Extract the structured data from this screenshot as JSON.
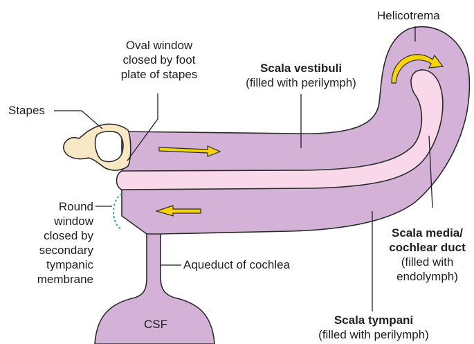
{
  "labels": {
    "helicotrema": "Helicotrema",
    "oval_window": [
      "Oval window",
      "closed by foot",
      "plate of stapes"
    ],
    "stapes": "Stapes",
    "scala_vestibuli": {
      "name": "Scala vestibuli",
      "note": "(filled with perilymph)"
    },
    "round_window": [
      "Round",
      "window",
      "closed by",
      "secondary",
      "tympanic",
      "membrane"
    ],
    "scala_media": {
      "name": [
        "Scala media/",
        "cochlear duct"
      ],
      "note": [
        "(filled with",
        "endolymph)"
      ]
    },
    "aqueduct": "Aqueduct of cochlea",
    "csf": "CSF",
    "scala_tympani": {
      "name": "Scala tympani",
      "note": "(filled with perilymph)"
    }
  },
  "colors": {
    "perilymph_fill": "#d4b2d8",
    "duct_fill": "#f9d8ea",
    "stapes_fill": "#f8e8c4",
    "arrow_fill": "#f5d20a",
    "outline": "#2a2a2a",
    "round_window_dash": "#3fa59a"
  }
}
